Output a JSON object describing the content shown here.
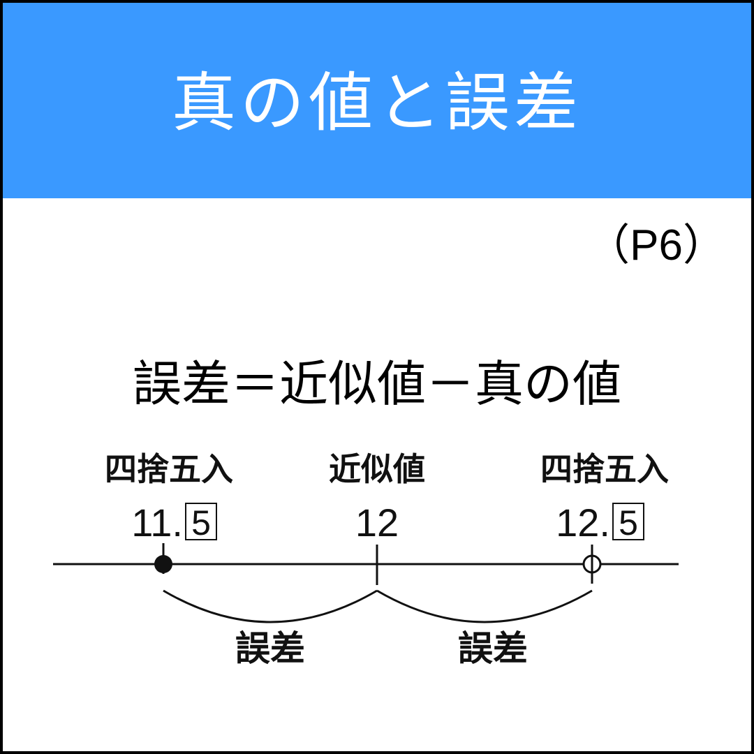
{
  "colors": {
    "header_bg": "#3a99ff",
    "header_text": "#ffffff",
    "ink": "#111111"
  },
  "header": {
    "title": "真の値と誤差"
  },
  "page_ref": "（P6）",
  "formula": "誤差＝近似値－真の値",
  "number_line": {
    "left": {
      "label": "四捨五入",
      "number": "11.",
      "boxed_digit": "5"
    },
    "center": {
      "label": "近似値",
      "number": "12"
    },
    "right": {
      "label": "四捨五入",
      "number": "12.",
      "boxed_digit": "5"
    },
    "error_labels": [
      "誤差",
      "誤差"
    ]
  }
}
